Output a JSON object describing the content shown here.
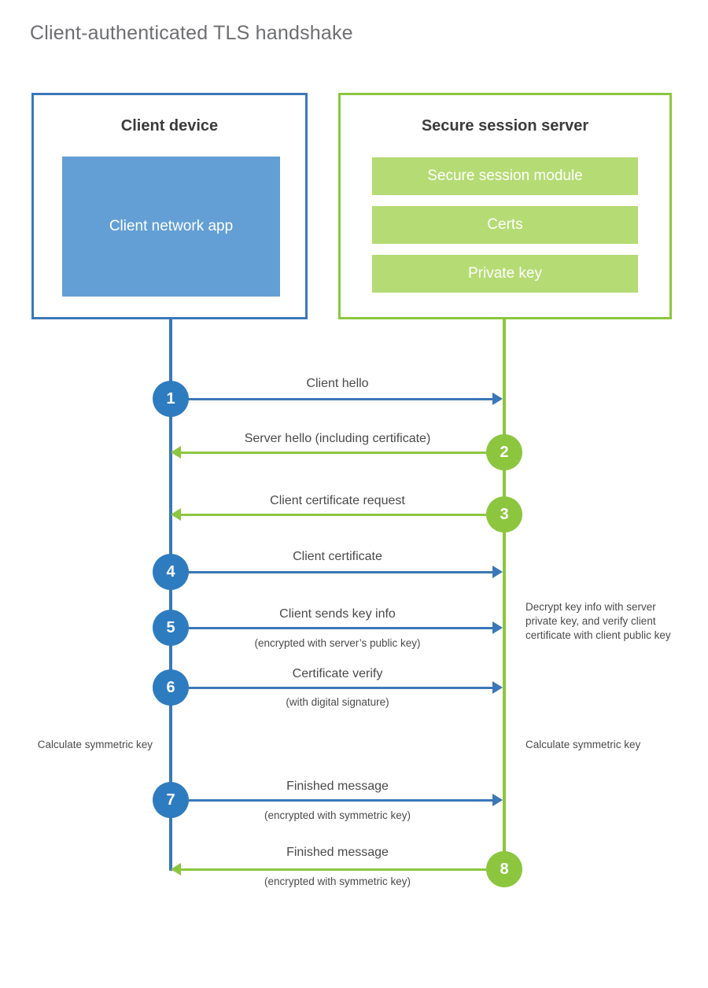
{
  "title": "Client-authenticated TLS handshake",
  "colors": {
    "client_blue": "#3b77b8",
    "client_app_fill": "#639fd5",
    "server_green": "#8cc63f",
    "server_row_fill": "#b5db74",
    "step_blue": "#2e7cc0",
    "title_gray": "#6d6e71",
    "label_gray": "#4a4a4a"
  },
  "client": {
    "title": "Client device",
    "app_label": "Client network app"
  },
  "server": {
    "title": "Secure session server",
    "rows": [
      {
        "label": "Secure session module"
      },
      {
        "label": "Certs"
      },
      {
        "label": "Private key"
      }
    ]
  },
  "notes": {
    "server_decrypt": "Decrypt key info with server private key, and verify client certificate with client public key",
    "client_calculate": "Calculate symmetric key",
    "server_calculate": "Calculate symmetric key"
  },
  "messages": [
    {
      "step": "1",
      "label": "Client hello",
      "sublabel": "",
      "direction": "client-to-server",
      "color": "blue"
    },
    {
      "step": "2",
      "label": "Server hello (including certificate)",
      "sublabel": "",
      "direction": "server-to-client",
      "color": "green"
    },
    {
      "step": "3",
      "label": "Client certificate request",
      "sublabel": "",
      "direction": "server-to-client",
      "color": "green"
    },
    {
      "step": "4",
      "label": "Client certificate",
      "sublabel": "",
      "direction": "client-to-server",
      "color": "blue"
    },
    {
      "step": "5",
      "label": "Client sends key info",
      "sublabel": "(encrypted with server’s public key)",
      "direction": "client-to-server",
      "color": "blue"
    },
    {
      "step": "6",
      "label": "Certificate verify",
      "sublabel": "(with digital signature)",
      "direction": "client-to-server",
      "color": "blue"
    },
    {
      "step": "7",
      "label": "Finished message",
      "sublabel": "(encrypted with symmetric key)",
      "direction": "client-to-server",
      "color": "blue"
    },
    {
      "step": "8",
      "label": "Finished message",
      "sublabel": "(encrypted with symmetric key)",
      "direction": "server-to-client",
      "color": "green"
    }
  ]
}
